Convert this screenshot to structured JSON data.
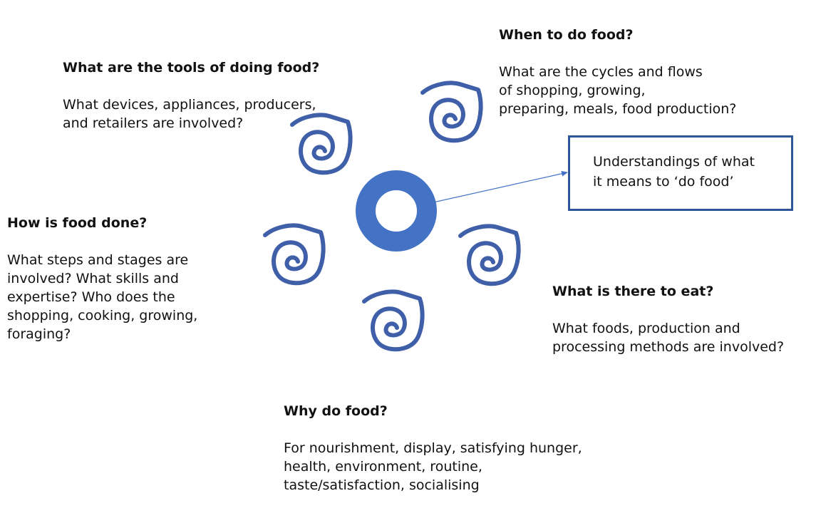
{
  "tools": {
    "title": "What are the tools of doing food?",
    "body": "What devices, appliances, producers,\nand retailers are involved?"
  },
  "when": {
    "title": "When to do food?",
    "body": "What are the cycles and flows\nof shopping, growing,\npreparing, meals, food production?"
  },
  "how": {
    "title": "How is food done?",
    "body": "What steps and stages are\ninvolved? What skills and\nexpertise? Who does the\nshopping, cooking, growing,\nforaging?"
  },
  "eat": {
    "title": "What is there to eat?",
    "body": "What foods, production and\nprocessing methods are involved?"
  },
  "why": {
    "title": "Why do food?",
    "body": "For nourishment, display, satisfying hunger,\nhealth, environment, routine,\ntaste/satisfaction, socialising"
  },
  "outcome_box": {
    "text": "Understandings of what\nit means to ‘do food’"
  },
  "colors": {
    "accent": "#4472c4",
    "box_border": "#2e5597",
    "spiral": "#3f5fa8"
  }
}
